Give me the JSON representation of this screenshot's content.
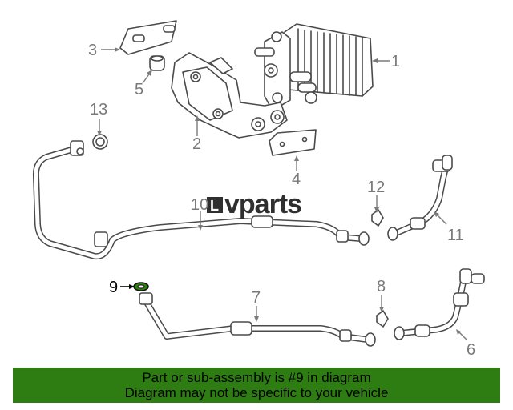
{
  "brand": {
    "logo_text": "vparts",
    "logo_mark": "L"
  },
  "callouts": [
    {
      "id": "1",
      "label": "1"
    },
    {
      "id": "2",
      "label": "2"
    },
    {
      "id": "3",
      "label": "3"
    },
    {
      "id": "4",
      "label": "4"
    },
    {
      "id": "5",
      "label": "5"
    },
    {
      "id": "6",
      "label": "6"
    },
    {
      "id": "7",
      "label": "7"
    },
    {
      "id": "8",
      "label": "8"
    },
    {
      "id": "9",
      "label": "9"
    },
    {
      "id": "10",
      "label": "10"
    },
    {
      "id": "11",
      "label": "11"
    },
    {
      "id": "12",
      "label": "12"
    },
    {
      "id": "13",
      "label": "13"
    }
  ],
  "highlight_part": "9",
  "banner": {
    "line1": "Part or sub-assembly is #9 in diagram",
    "line2": "Diagram may not be specific to your vehicle"
  },
  "colors": {
    "banner_bg": "#2e7d13",
    "highlight": "#2e7d13",
    "line": "#4a4a4a",
    "label": "#7a7a7a"
  }
}
